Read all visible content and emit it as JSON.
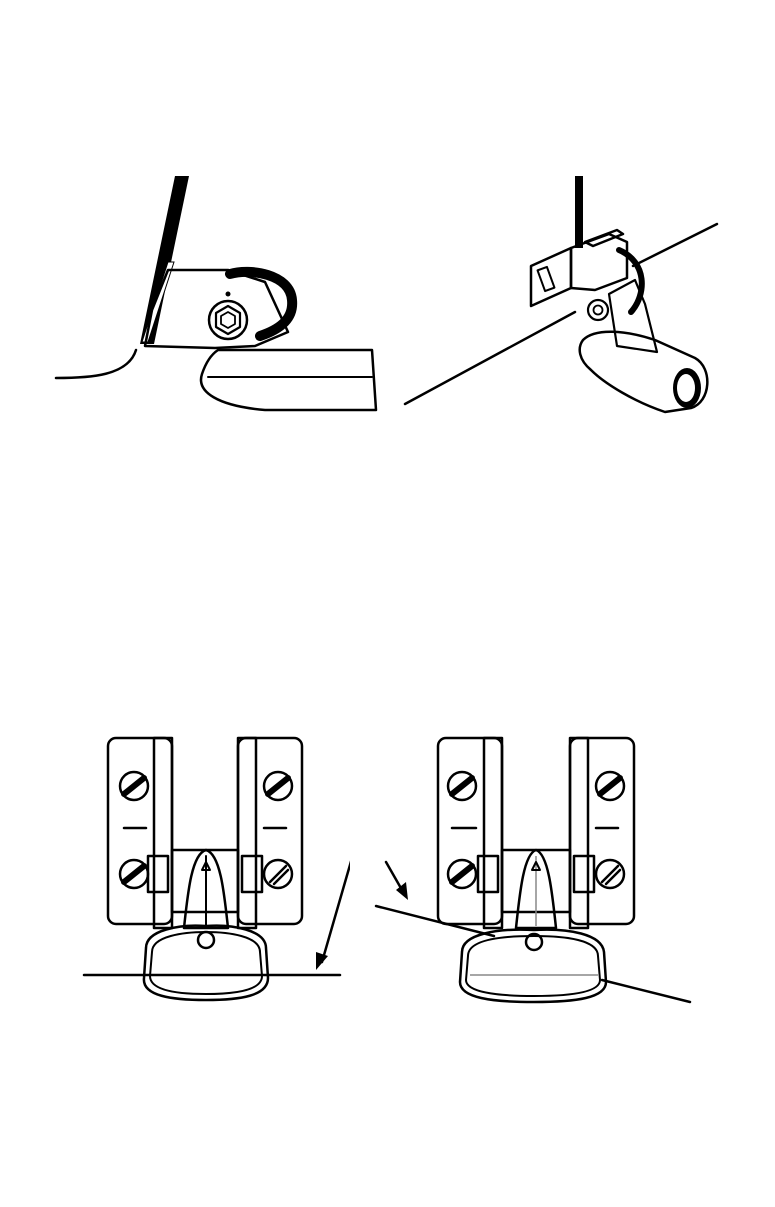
{
  "figure": {
    "ink_color": "#000000",
    "paper_color": "#ffffff"
  },
  "top_row": {
    "left": {
      "view": "side",
      "icon": "transducer-side-view"
    },
    "right": {
      "view": "perspective",
      "icon": "transducer-perspective-view"
    }
  },
  "bottom_row": {
    "left": {
      "view": "rear",
      "icon": "transducer-rear-level-view"
    },
    "right": {
      "view": "rear",
      "icon": "transducer-rear-tilted-view"
    }
  }
}
